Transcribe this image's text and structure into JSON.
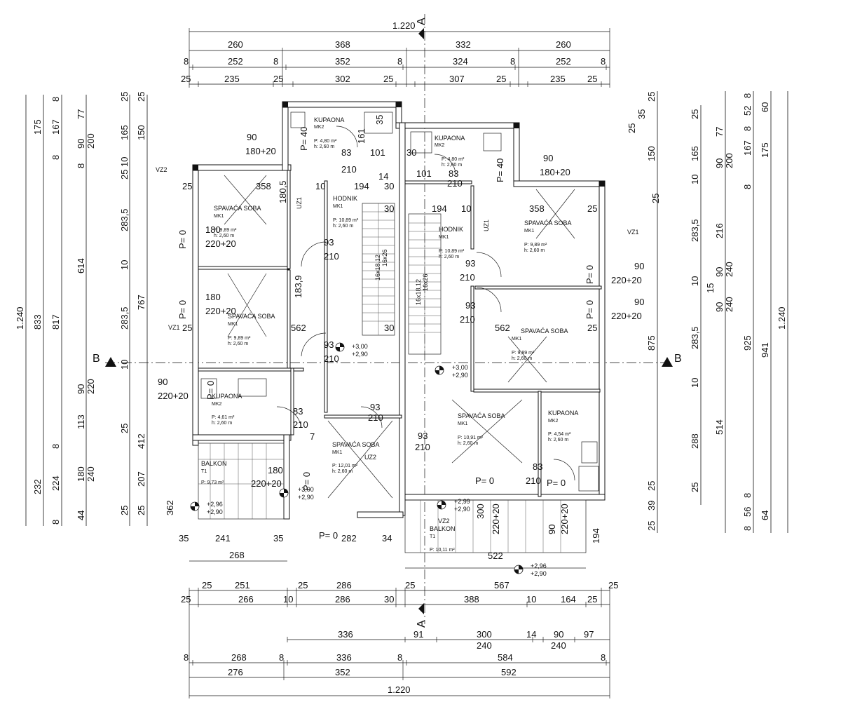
{
  "dimensions": {
    "top": {
      "row1": [
        "1.220"
      ],
      "row2": [
        "260",
        "368",
        "332",
        "260"
      ],
      "row3": [
        "8",
        "252",
        "8",
        "352",
        "8",
        "324",
        "8",
        "252",
        "8"
      ],
      "row4": [
        "25",
        "235",
        "25",
        "302",
        "25",
        "307",
        "25",
        "235",
        "25"
      ]
    },
    "bottom": {
      "row1": [
        "25",
        "251",
        "25",
        "286",
        "25",
        "567",
        "25"
      ],
      "row2": [
        "25",
        "266",
        "10",
        "286",
        "30",
        "388",
        "10",
        "164",
        "25"
      ],
      "row3": [
        "336",
        "91",
        "300",
        "240",
        "14",
        "90",
        "240",
        "97"
      ],
      "row4": [
        "8",
        "268",
        "8",
        "336",
        "8",
        "584",
        "8"
      ],
      "row5": [
        "276",
        "352",
        "592"
      ],
      "row6": [
        "1.220"
      ]
    },
    "left": {
      "col1": [
        "1.240"
      ],
      "col2": [
        "175",
        "833",
        "232"
      ],
      "col3": [
        "8",
        "167",
        "8",
        "817",
        "8",
        "224",
        "8"
      ],
      "col4": [
        "77",
        "90",
        "200",
        "8",
        "614",
        "90",
        "220",
        "113",
        "180",
        "240",
        "44"
      ],
      "col5": [
        "25",
        "165",
        "10",
        "25",
        "283,5",
        "10",
        "283,5",
        "10",
        "25",
        "25"
      ],
      "col6": [
        "25",
        "150",
        "767",
        "412",
        "207",
        "25"
      ]
    },
    "right": {
      "col1": [
        "25",
        "35",
        "25",
        "150",
        "875",
        "25",
        "39",
        "25"
      ],
      "col2": [
        "25",
        "165",
        "10",
        "25",
        "283,5",
        "10",
        "283,5",
        "10",
        "288",
        "25"
      ],
      "col3": [
        "77",
        "90",
        "200",
        "216",
        "90",
        "240",
        "15",
        "90",
        "240",
        "514",
        "8",
        "56",
        "8"
      ],
      "col4": [
        "8",
        "52",
        "8",
        "167",
        "8",
        "925",
        "64"
      ],
      "col5": [
        "60",
        "175",
        "941"
      ],
      "col6": [
        "1.240"
      ]
    }
  },
  "section_marks": {
    "a": "A",
    "b": "B"
  },
  "rooms": [
    {
      "id": "kupaona-top-left",
      "name": "KUPAONA",
      "code": "MK2",
      "area": "P: 4,80 m²",
      "height": "h: 2,60 m"
    },
    {
      "id": "kupaona-top-right",
      "name": "KUPAONA",
      "code": "MK2",
      "area": "P: 4,80 m²",
      "height": "h: 2,60 m"
    },
    {
      "id": "spavaca-nw",
      "name": "SPAVAĆA SOBA",
      "code": "MK1",
      "area": "P: 9,89 m²",
      "height": "h: 2,60 m"
    },
    {
      "id": "hodnik-left",
      "name": "HODNIK",
      "code": "MK1",
      "area": "P: 10,89 m²",
      "height": "h: 2,60 m"
    },
    {
      "id": "hodnik-right",
      "name": "HODNIK",
      "code": "MK1",
      "area": "P: 10,89 m²",
      "height": "h: 2,60 m"
    },
    {
      "id": "spavaca-ne",
      "name": "SPAVAĆA SOBA",
      "code": "MK1",
      "area": "P: 9,89 m²",
      "height": "h: 2,60 m"
    },
    {
      "id": "spavaca-w",
      "name": "SPAVAĆA SOBA",
      "code": "MK1",
      "area": "P: 9,89 m²",
      "height": "h: 2,60 m"
    },
    {
      "id": "spavaca-e",
      "name": "SPAVAĆA SOBA",
      "code": "MK1",
      "area": "P: 9,89 m²",
      "height": "h: 2,60 m"
    },
    {
      "id": "kupaona-sw",
      "name": "KUPAONA",
      "code": "MK2",
      "area": "P: 4,61 m²",
      "height": "h: 2,60 m"
    },
    {
      "id": "spavaca-s-left",
      "name": "SPAVAĆA SOBA",
      "code": "MK1",
      "area": "P: 12,01 m²",
      "height": "h: 2,60 m"
    },
    {
      "id": "spavaca-s-right",
      "name": "SPAVAĆA SOBA",
      "code": "MK1",
      "area": "P: 10,91 m²",
      "height": "h: 2,60 m"
    },
    {
      "id": "kupaona-se",
      "name": "KUPAONA",
      "code": "MK2",
      "area": "P: 4,54 m²",
      "height": "h: 2,60 m"
    },
    {
      "id": "balkon-left",
      "name": "BALKON",
      "code": "T1",
      "area": "P: 9,73 m²",
      "height": ""
    },
    {
      "id": "balkon-right",
      "name": "BALKON",
      "code": "T1",
      "area": "P: 10,11 m²",
      "height": ""
    }
  ],
  "openings": {
    "door_93": "93",
    "door_210": "210",
    "door_83": "83",
    "window_90": "90",
    "window_180_20": "180+20",
    "window_220_20": "220+20",
    "window_180": "180",
    "sill_p0": "P= 0",
    "sill_p40": "P= 40",
    "stair_left": "16x18,12",
    "stair_left_b": "16x26",
    "stair_right": "16x18,12",
    "stair_right_b": "16x26",
    "misc_30": "30",
    "misc_194": "194",
    "misc_358": "358",
    "misc_562": "562",
    "misc_101": "101",
    "misc_161": "161",
    "misc_35": "35",
    "misc_14": "14",
    "misc_10": "10",
    "misc_25": "25",
    "misc_180_5": "180,5",
    "misc_183_9": "183,9",
    "misc_7": "7",
    "misc_241": "241",
    "misc_282": "282",
    "misc_34": "34",
    "misc_268": "268",
    "misc_362": "362",
    "misc_300": "300",
    "misc_522": "522",
    "misc_194b": "194",
    "misc_90b": "90",
    "misc_220_20b": "220+20"
  },
  "tags": {
    "vz1": "VZ1",
    "vz2": "VZ2",
    "uz1": "UZ1",
    "uz2": "UZ2"
  },
  "levels": {
    "l300": "+3,00",
    "l290": "+2,90",
    "l296": "+2,96",
    "l299": "+2,99"
  }
}
